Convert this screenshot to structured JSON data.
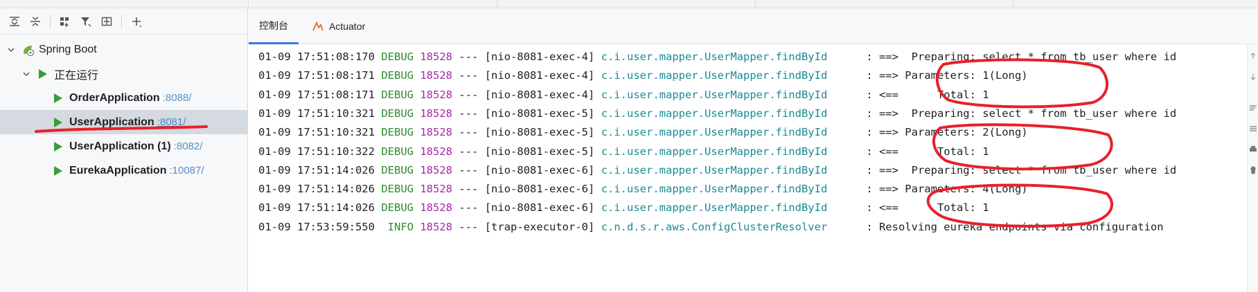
{
  "sidebar": {
    "toolbar": {
      "icons": [
        "expand-all-icon",
        "collapse-all-icon",
        "group-icon",
        "filter-icon",
        "new-window-icon",
        "add-icon"
      ]
    },
    "root_label": "Spring Boot",
    "running_label": "正在运行",
    "apps": [
      {
        "name": "OrderApplication",
        "port": ":8088/"
      },
      {
        "name": "UserApplication",
        "port": ":8081/"
      },
      {
        "name": "UserApplication (1)",
        "port": ":8082/"
      },
      {
        "name": "EurekaApplication",
        "port": ":10087/"
      }
    ],
    "selected_index": 1
  },
  "tabs": [
    {
      "label": "控制台"
    },
    {
      "label": "Actuator"
    }
  ],
  "log": [
    {
      "time": "01-09 17:51:08:170",
      "level": "DEBUG",
      "pid": "18528",
      "sep": "---",
      "thread": "[nio-8081-exec-4]",
      "logger": "c.i.user.mapper.UserMapper.findById",
      "msg": ": ==>  Preparing: select * from tb_user where id"
    },
    {
      "time": "01-09 17:51:08:171",
      "level": "DEBUG",
      "pid": "18528",
      "sep": "---",
      "thread": "[nio-8081-exec-4]",
      "logger": "c.i.user.mapper.UserMapper.findById",
      "msg": ": ==> Parameters: 1(Long)"
    },
    {
      "time": "01-09 17:51:08:171",
      "level": "DEBUG",
      "pid": "18528",
      "sep": "---",
      "thread": "[nio-8081-exec-4]",
      "logger": "c.i.user.mapper.UserMapper.findById",
      "msg": ": <==      Total: 1"
    },
    {
      "time": "01-09 17:51:10:321",
      "level": "DEBUG",
      "pid": "18528",
      "sep": "---",
      "thread": "[nio-8081-exec-5]",
      "logger": "c.i.user.mapper.UserMapper.findById",
      "msg": ": ==>  Preparing: select * from tb_user where id"
    },
    {
      "time": "01-09 17:51:10:321",
      "level": "DEBUG",
      "pid": "18528",
      "sep": "---",
      "thread": "[nio-8081-exec-5]",
      "logger": "c.i.user.mapper.UserMapper.findById",
      "msg": ": ==> Parameters: 2(Long)"
    },
    {
      "time": "01-09 17:51:10:322",
      "level": "DEBUG",
      "pid": "18528",
      "sep": "---",
      "thread": "[nio-8081-exec-5]",
      "logger": "c.i.user.mapper.UserMapper.findById",
      "msg": ": <==      Total: 1"
    },
    {
      "time": "01-09 17:51:14:026",
      "level": "DEBUG",
      "pid": "18528",
      "sep": "---",
      "thread": "[nio-8081-exec-6]",
      "logger": "c.i.user.mapper.UserMapper.findById",
      "msg": ": ==>  Preparing: select * from tb_user where id"
    },
    {
      "time": "01-09 17:51:14:026",
      "level": "DEBUG",
      "pid": "18528",
      "sep": "---",
      "thread": "[nio-8081-exec-6]",
      "logger": "c.i.user.mapper.UserMapper.findById",
      "msg": ": ==> Parameters: 4(Long)"
    },
    {
      "time": "01-09 17:51:14:026",
      "level": "DEBUG",
      "pid": "18528",
      "sep": "---",
      "thread": "[nio-8081-exec-6]",
      "logger": "c.i.user.mapper.UserMapper.findById",
      "msg": ": <==      Total: 1"
    },
    {
      "time": "01-09 17:53:59:550",
      "level": " INFO",
      "pid": "18528",
      "sep": "---",
      "thread": "[trap-executor-0]",
      "logger": "c.n.d.s.r.aws.ConfigClusterResolver",
      "msg": ": Resolving eureka endpoints via configuration"
    }
  ],
  "colors": {
    "accent": "#3574f0",
    "run_green": "#3c9a3c",
    "debug": "#2e8b2e",
    "pid": "#a626a4",
    "logger": "#1a8a94",
    "annotation": "#e8202a"
  }
}
